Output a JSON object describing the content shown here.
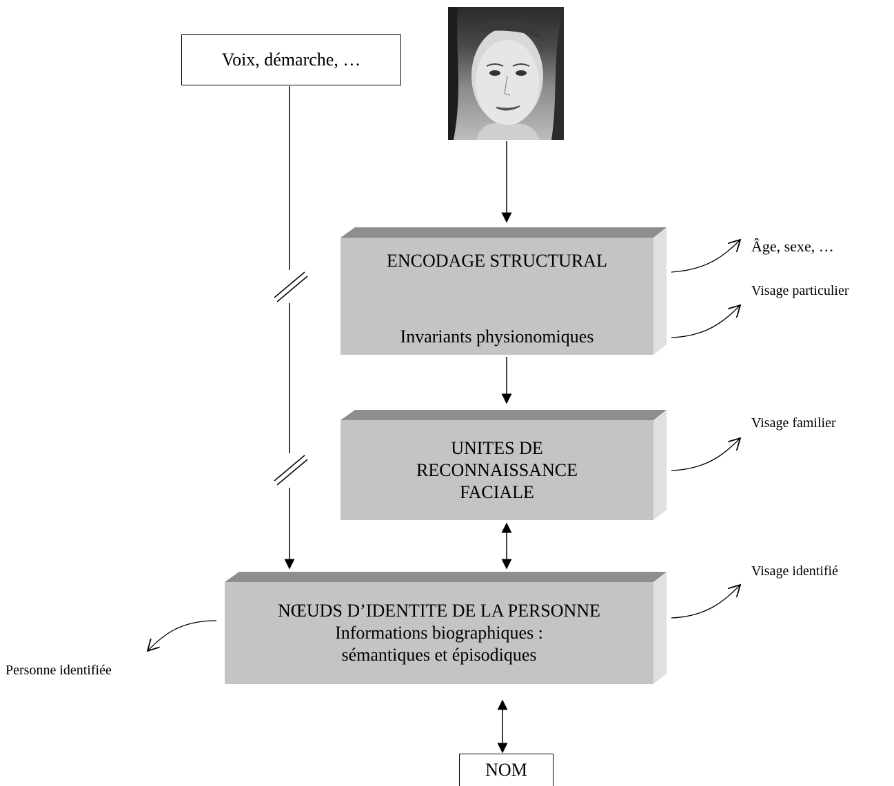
{
  "input_box": {
    "label": "Voix, démarche, …"
  },
  "photo": {
    "icon": "face-portrait-icon"
  },
  "stage1": {
    "title": "ENCODAGE STRUCTURAL",
    "subtitle": "Invariants physionomiques"
  },
  "stage2": {
    "line1": "UNITES DE",
    "line2": "RECONNAISSANCE",
    "line3": "FACIALE"
  },
  "stage3": {
    "line1": "NŒUDS D’IDENTITE DE LA PERSONNE",
    "line2": "Informations biographiques :",
    "line3": "sémantiques et épisodiques"
  },
  "output_box": {
    "label": "NOM"
  },
  "outputs": {
    "age_sex": "Âge, sexe, …",
    "particular_face": "Visage particulier",
    "familiar_face": "Visage familier",
    "identified_face": "Visage identifié",
    "identified_person": "Personne identifiée"
  },
  "colors": {
    "box_fill": "#c4c4c4",
    "box_side": "#e0e0e0",
    "box_top": "#8e8e8e"
  }
}
